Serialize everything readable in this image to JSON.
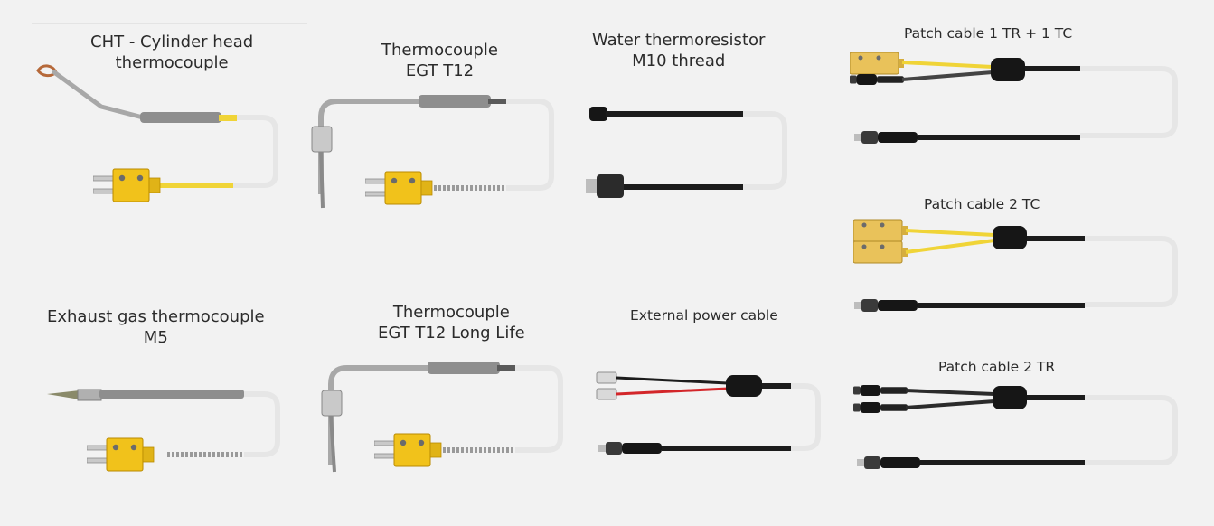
{
  "products": [
    {
      "id": "cht",
      "title_lines": [
        "CHT - Cylinder head",
        "thermocouple"
      ]
    },
    {
      "id": "egt-t12",
      "title_lines": [
        "Thermocouple",
        "EGT T12"
      ]
    },
    {
      "id": "water",
      "title_lines": [
        "Water thermoresistor",
        "M10 thread"
      ]
    },
    {
      "id": "patch-tr-tc",
      "title_lines": [
        "Patch cable 1 TR + 1 TC"
      ]
    },
    {
      "id": "patch-2tc",
      "title_lines": [
        "Patch cable 2 TC"
      ]
    },
    {
      "id": "exhaust-m5",
      "title_lines": [
        "Exhaust gas thermocouple",
        "M5"
      ]
    },
    {
      "id": "egt-t12-ll",
      "title_lines": [
        "Thermocouple",
        "EGT T12 Long Life"
      ]
    },
    {
      "id": "power",
      "title_lines": [
        "External power cable"
      ]
    },
    {
      "id": "patch-2tr",
      "title_lines": [
        "Patch cable 2 TR"
      ]
    }
  ],
  "colors": {
    "background": "#f2f2f2",
    "caption_text": "#2b2b2b",
    "connector_yellow": "#f1c21b",
    "cable_black": "#1c1c1c",
    "cable_white": "#e6e6e6",
    "cable_yellow": "#f0d437",
    "wire_red": "#d3262a",
    "metal": "#9a9a9a"
  }
}
